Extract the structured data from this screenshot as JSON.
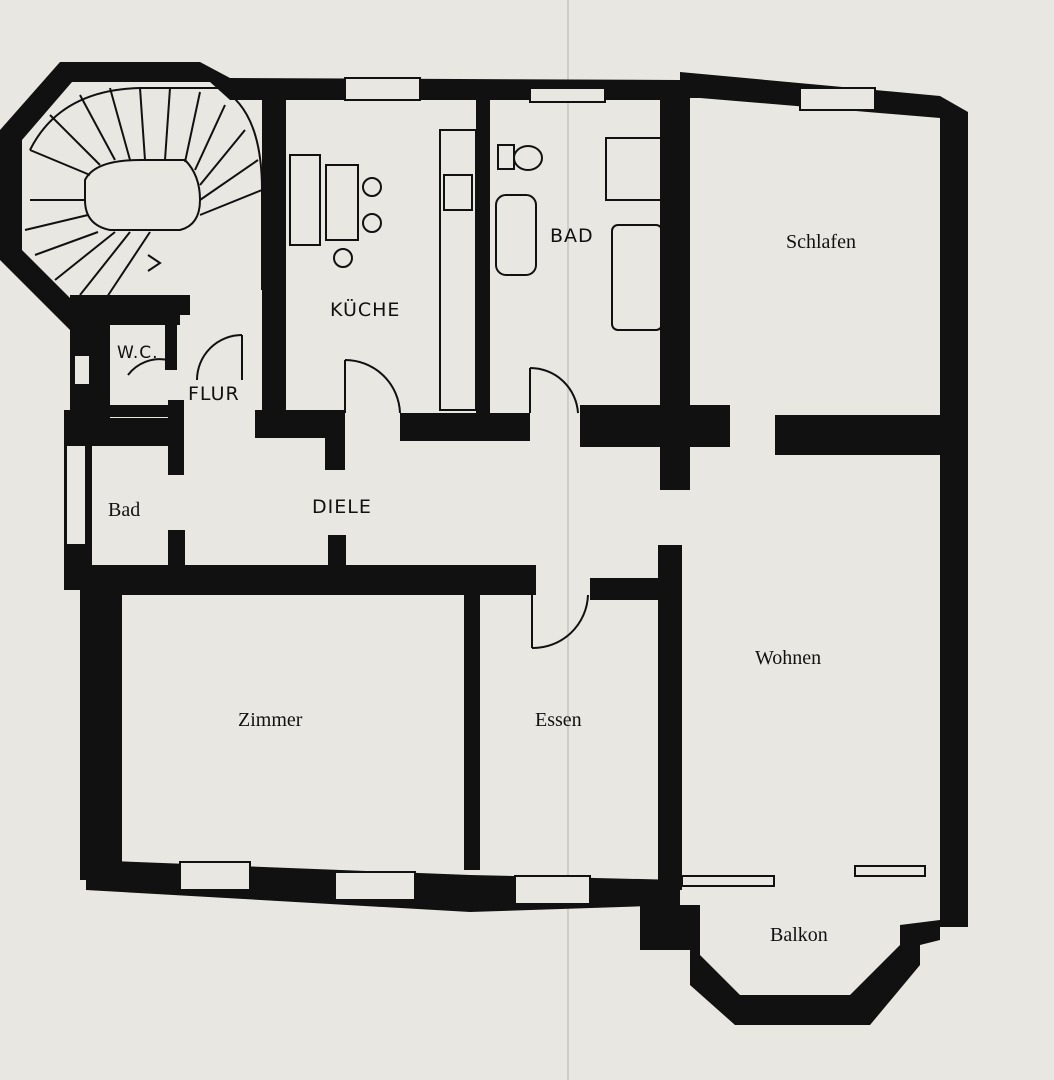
{
  "rooms": {
    "wc": "W.C.",
    "flur": "FLUR",
    "kueche": "KÜCHE",
    "bad_upper": "BAD",
    "schlafen": "Schlafen",
    "bad_lower": "Bad",
    "diele": "DIELE",
    "zimmer": "Zimmer",
    "essen": "Essen",
    "wohnen": "Wohnen",
    "balkon": "Balkon"
  },
  "colors": {
    "paper": "#e9e7e2",
    "wall": "#111111",
    "fold_line": "#cfcdc8"
  }
}
